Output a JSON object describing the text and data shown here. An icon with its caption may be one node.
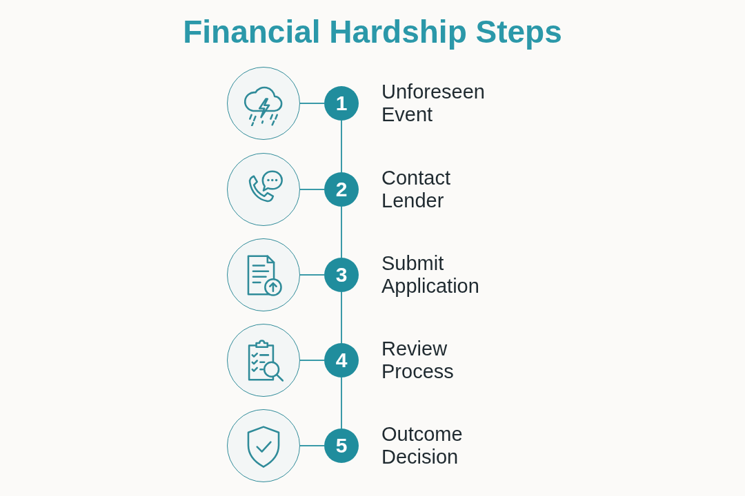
{
  "diagram": {
    "title": "Financial Hardship Steps",
    "nodes": [
      {
        "text": [],
        "shape": "circle"
      },
      {
        "text": [
          "1"
        ],
        "beside": [
          "Unforeseen Event"
        ]
      },
      {
        "text": [],
        "shape": "circle"
      },
      {
        "text": [
          "2"
        ],
        "beside": [
          "Contact Lender"
        ]
      },
      {
        "text": [],
        "shape": "circle"
      },
      {
        "text": [
          "3"
        ],
        "beside": [
          "Submit Application"
        ]
      },
      {
        "text": [],
        "shape": "circle"
      },
      {
        "text": [
          "4"
        ],
        "beside": [
          "Review Process"
        ]
      },
      {
        "text": [],
        "shape": "circle"
      },
      {
        "text": [
          "5"
        ],
        "beside": [
          "Outcome Decision"
        ]
      }
    ],
    "edges": [
      {
        "from": 0,
        "to": 1,
        "arrow": "none"
      },
      {
        "from": 1,
        "to": 3,
        "arrow": "none"
      },
      {
        "from": 2,
        "to": 3,
        "arrow": "none"
      },
      {
        "from": 3,
        "to": 5,
        "arrow": "none"
      },
      {
        "from": 4,
        "to": 5,
        "arrow": "none"
      },
      {
        "from": 5,
        "to": 7,
        "arrow": "none"
      },
      {
        "from": 6,
        "to": 7,
        "arrow": "none"
      },
      {
        "from": 7,
        "to": 9,
        "arrow": "none"
      },
      {
        "from": 8,
        "to": 9,
        "arrow": "none"
      }
    ]
  }
}
